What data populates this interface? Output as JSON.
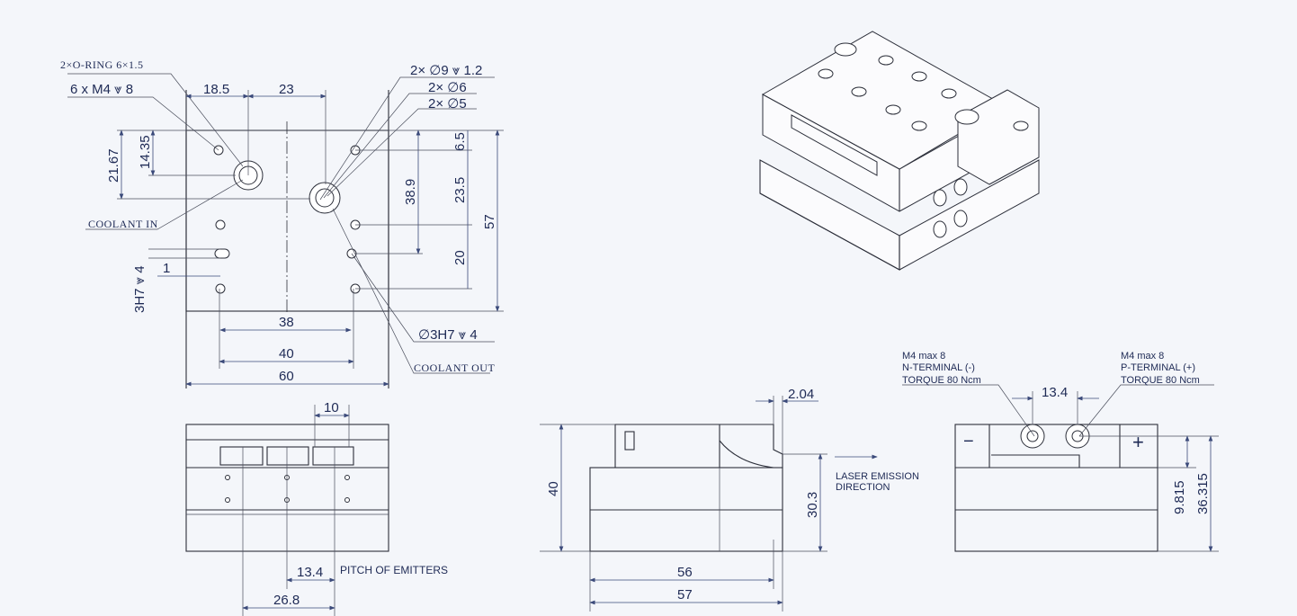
{
  "top_view": {
    "oring_label": "2×O-RING 6×1.5",
    "m4_label": "6 x  M4 ⩔ 8",
    "dia9_label": "2× ∅9 ⩔ 1.2",
    "dia6_label": "2× ∅6",
    "dia5_label": "2× ∅5",
    "coolant_in": "COOLANT  IN",
    "coolant_out": "COOLANT  OUT",
    "pin_label": "∅3H7 ⩔ 4",
    "pin_side_label": "3H7 ⩔ 4",
    "dims": {
      "d18_5": "18.5",
      "d23": "23",
      "d21_67": "21.67",
      "d14_35": "14.35",
      "d1": "1",
      "d38": "38",
      "d40": "40",
      "d60": "60",
      "d38_9": "38.9",
      "d6_5": "6.5",
      "d23_5": "23.5",
      "d20": "20",
      "d57": "57"
    }
  },
  "front_view": {
    "d10": "10",
    "d13_4": "13.4",
    "d26_8": "26.8",
    "pitch_label": "PITCH OF EMITTERS"
  },
  "side_view": {
    "d2_04": "2.04",
    "d40": "40",
    "d30_3": "30.3",
    "d56": "56",
    "d57": "57",
    "laser_line1": "LASER EMISSION",
    "laser_line2": "DIRECTION"
  },
  "terminal_view": {
    "n_lines": [
      "M4 max 8",
      "N-TERMINAL (-)",
      "TORQUE 80 Ncm"
    ],
    "p_lines": [
      "M4 max 8",
      "P-TERMINAL (+)",
      "TORQUE 80 Ncm"
    ],
    "d13_4": "13.4",
    "d9_815": "9.815",
    "d36_315": "36.315",
    "minus": "−",
    "plus": "+"
  }
}
